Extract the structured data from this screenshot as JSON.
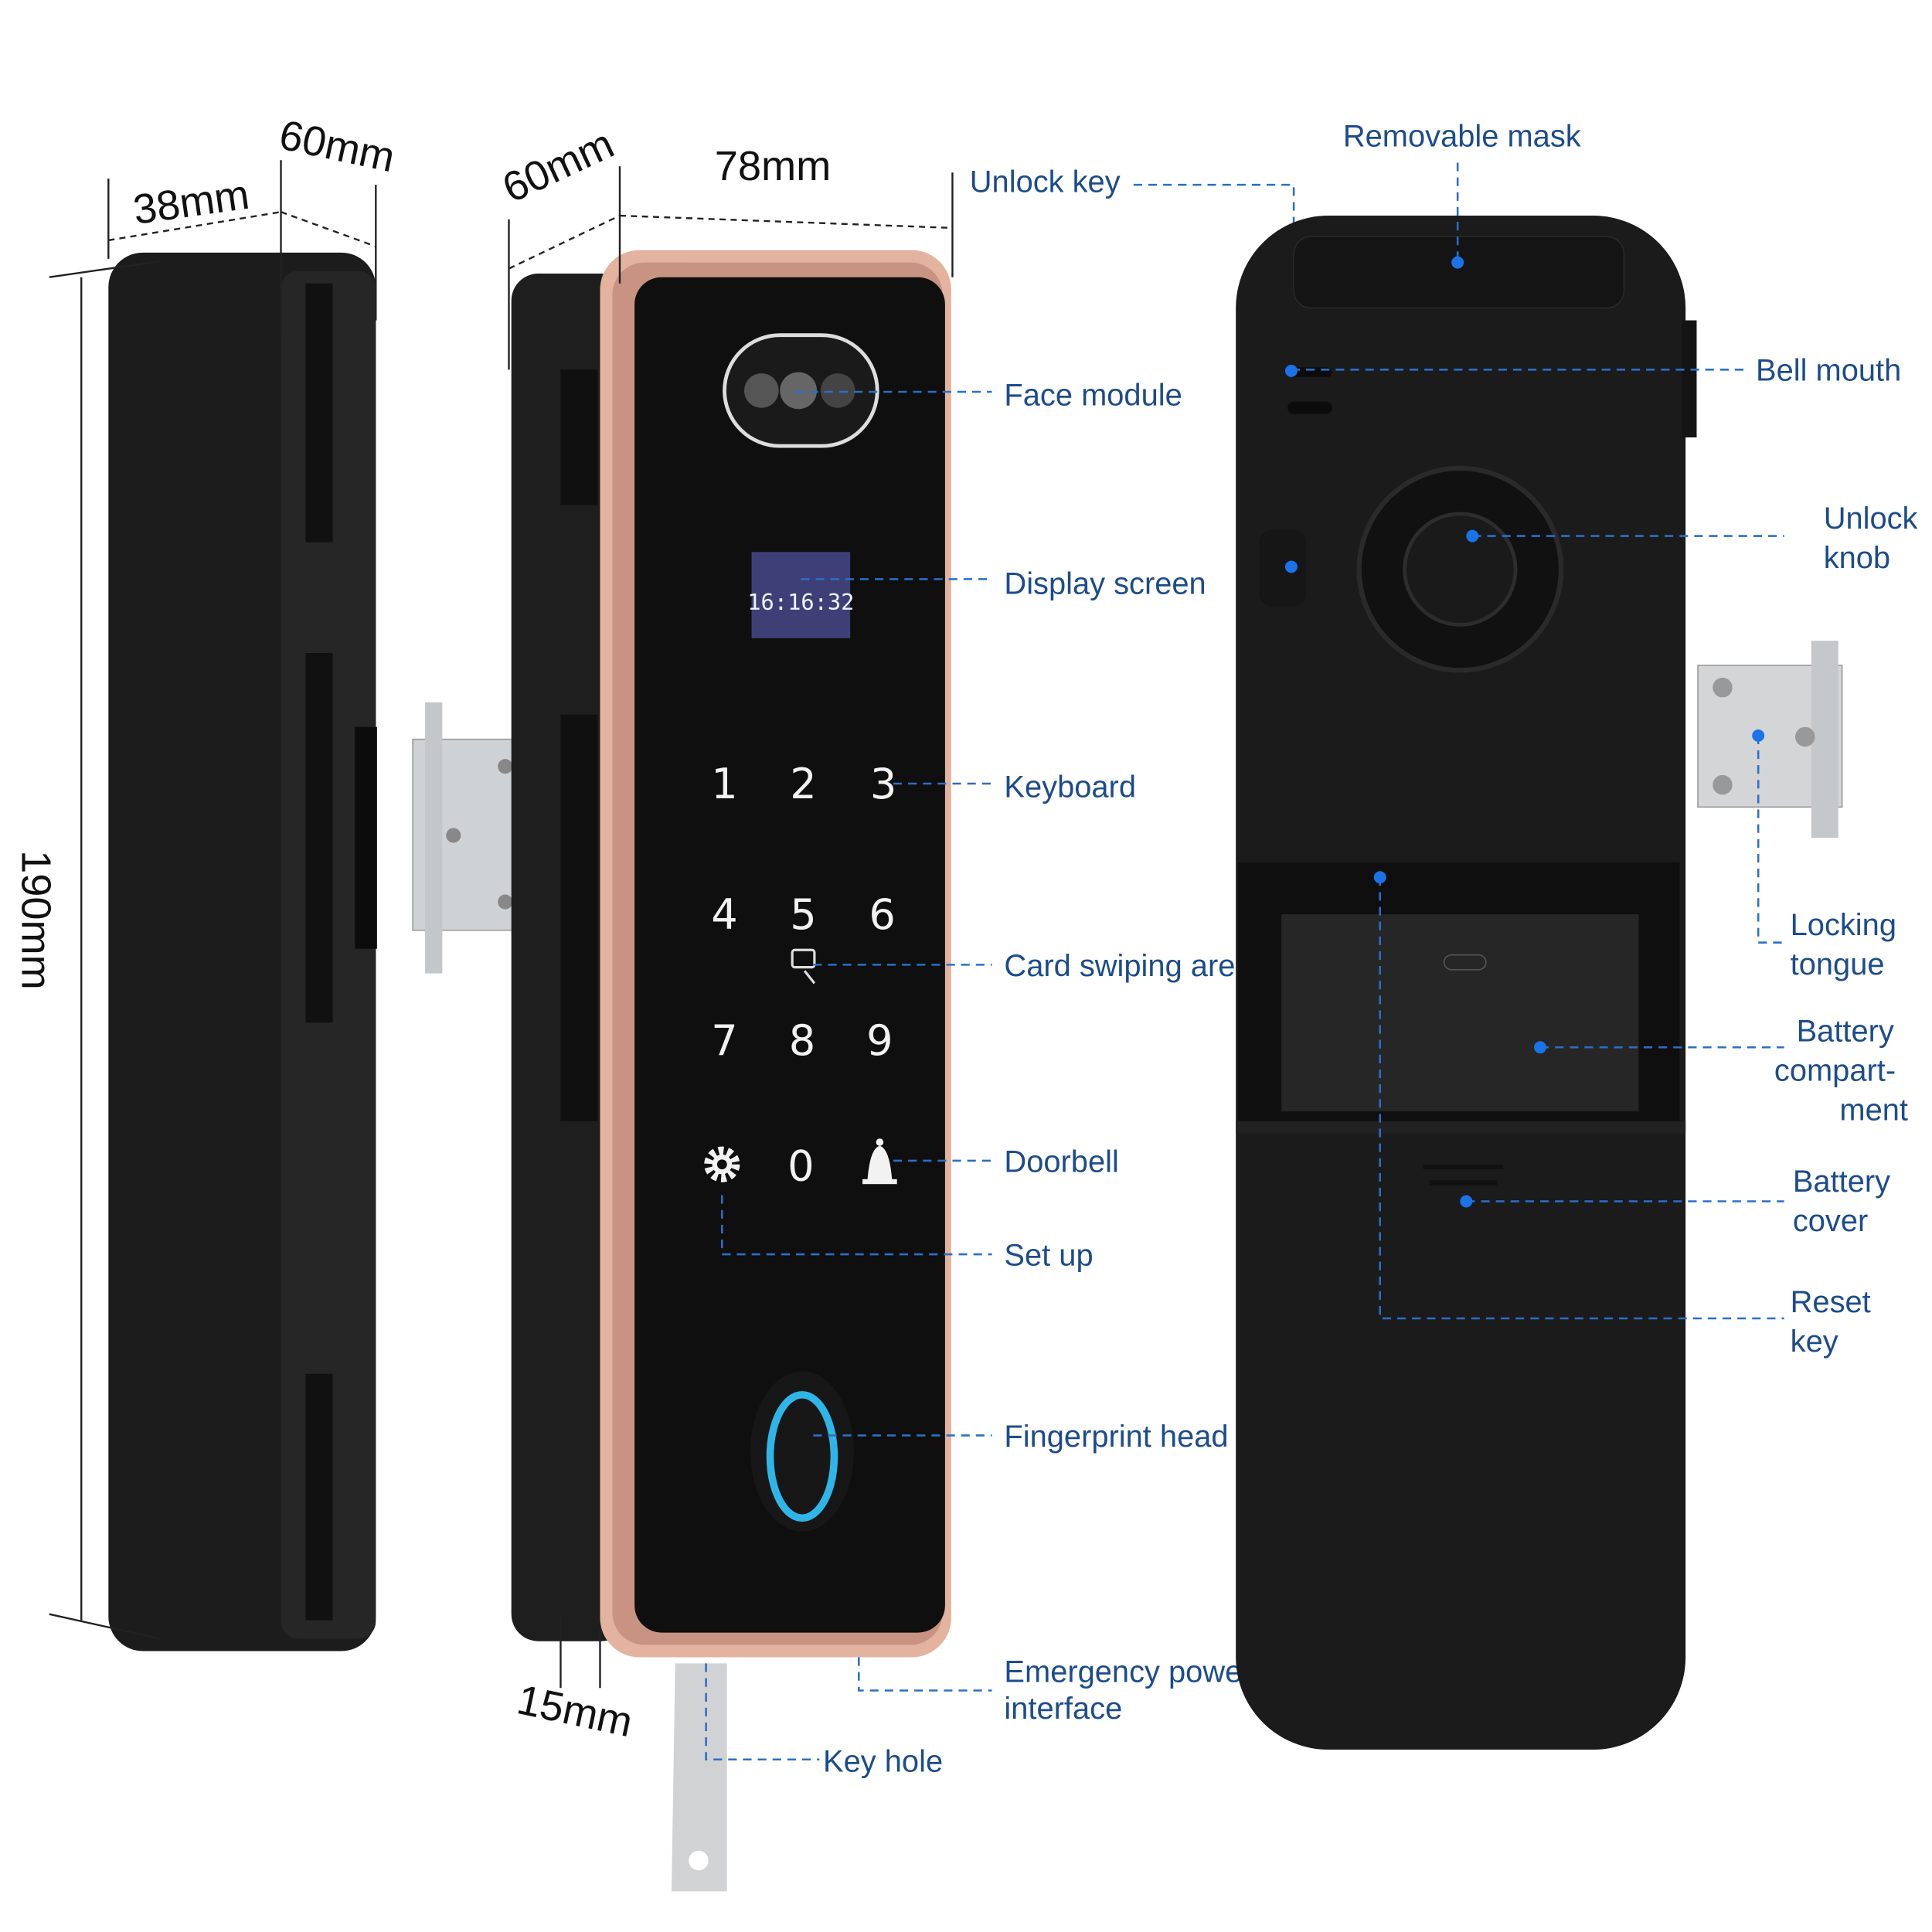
{
  "dimensions": {
    "height": "190mm",
    "depth_left": "38mm",
    "width_left": "60mm",
    "depth_mid": "60mm",
    "width_front": "78mm",
    "thickness": "15mm"
  },
  "display": {
    "time": "16:16:32"
  },
  "keypad": {
    "keys": [
      "1",
      "2",
      "3",
      "4",
      "5",
      "6",
      "7",
      "8",
      "9",
      "0"
    ]
  },
  "front_labels": {
    "unlock_key": "Unlock key",
    "face_module": "Face module",
    "display_screen": "Display screen",
    "keyboard": "Keyboard",
    "card_swiping_area": "Card swiping area",
    "doorbell": "Doorbell",
    "set_up": "Set up",
    "fingerprint_head": "Fingerprint head",
    "emergency_power_1": "Emergency power",
    "emergency_power_2": "interface",
    "key_hole": "Key hole"
  },
  "back_labels": {
    "removable_mask": "Removable mask",
    "bell_mouth": "Bell mouth",
    "unlock_knob_1": "Unlock",
    "unlock_knob_2": "knob",
    "locking_tongue_1": "Locking",
    "locking_tongue_2": "tongue",
    "battery_compartment_1": "Battery",
    "battery_compartment_2": "compart-",
    "battery_compartment_3": "ment",
    "battery_cover_1": "Battery",
    "battery_cover_2": "cover",
    "reset_key_1": "Reset",
    "reset_key_2": "key"
  },
  "icons": [
    "gear-icon",
    "bell-icon",
    "card-icon",
    "fingerprint-icon"
  ],
  "colors": {
    "label": "#1d4c8c",
    "leader": "#2a6fc9",
    "frame": "#e3b3a0",
    "body": "#1b1b1b",
    "fingerprint_ring": "#2fb6e8"
  }
}
